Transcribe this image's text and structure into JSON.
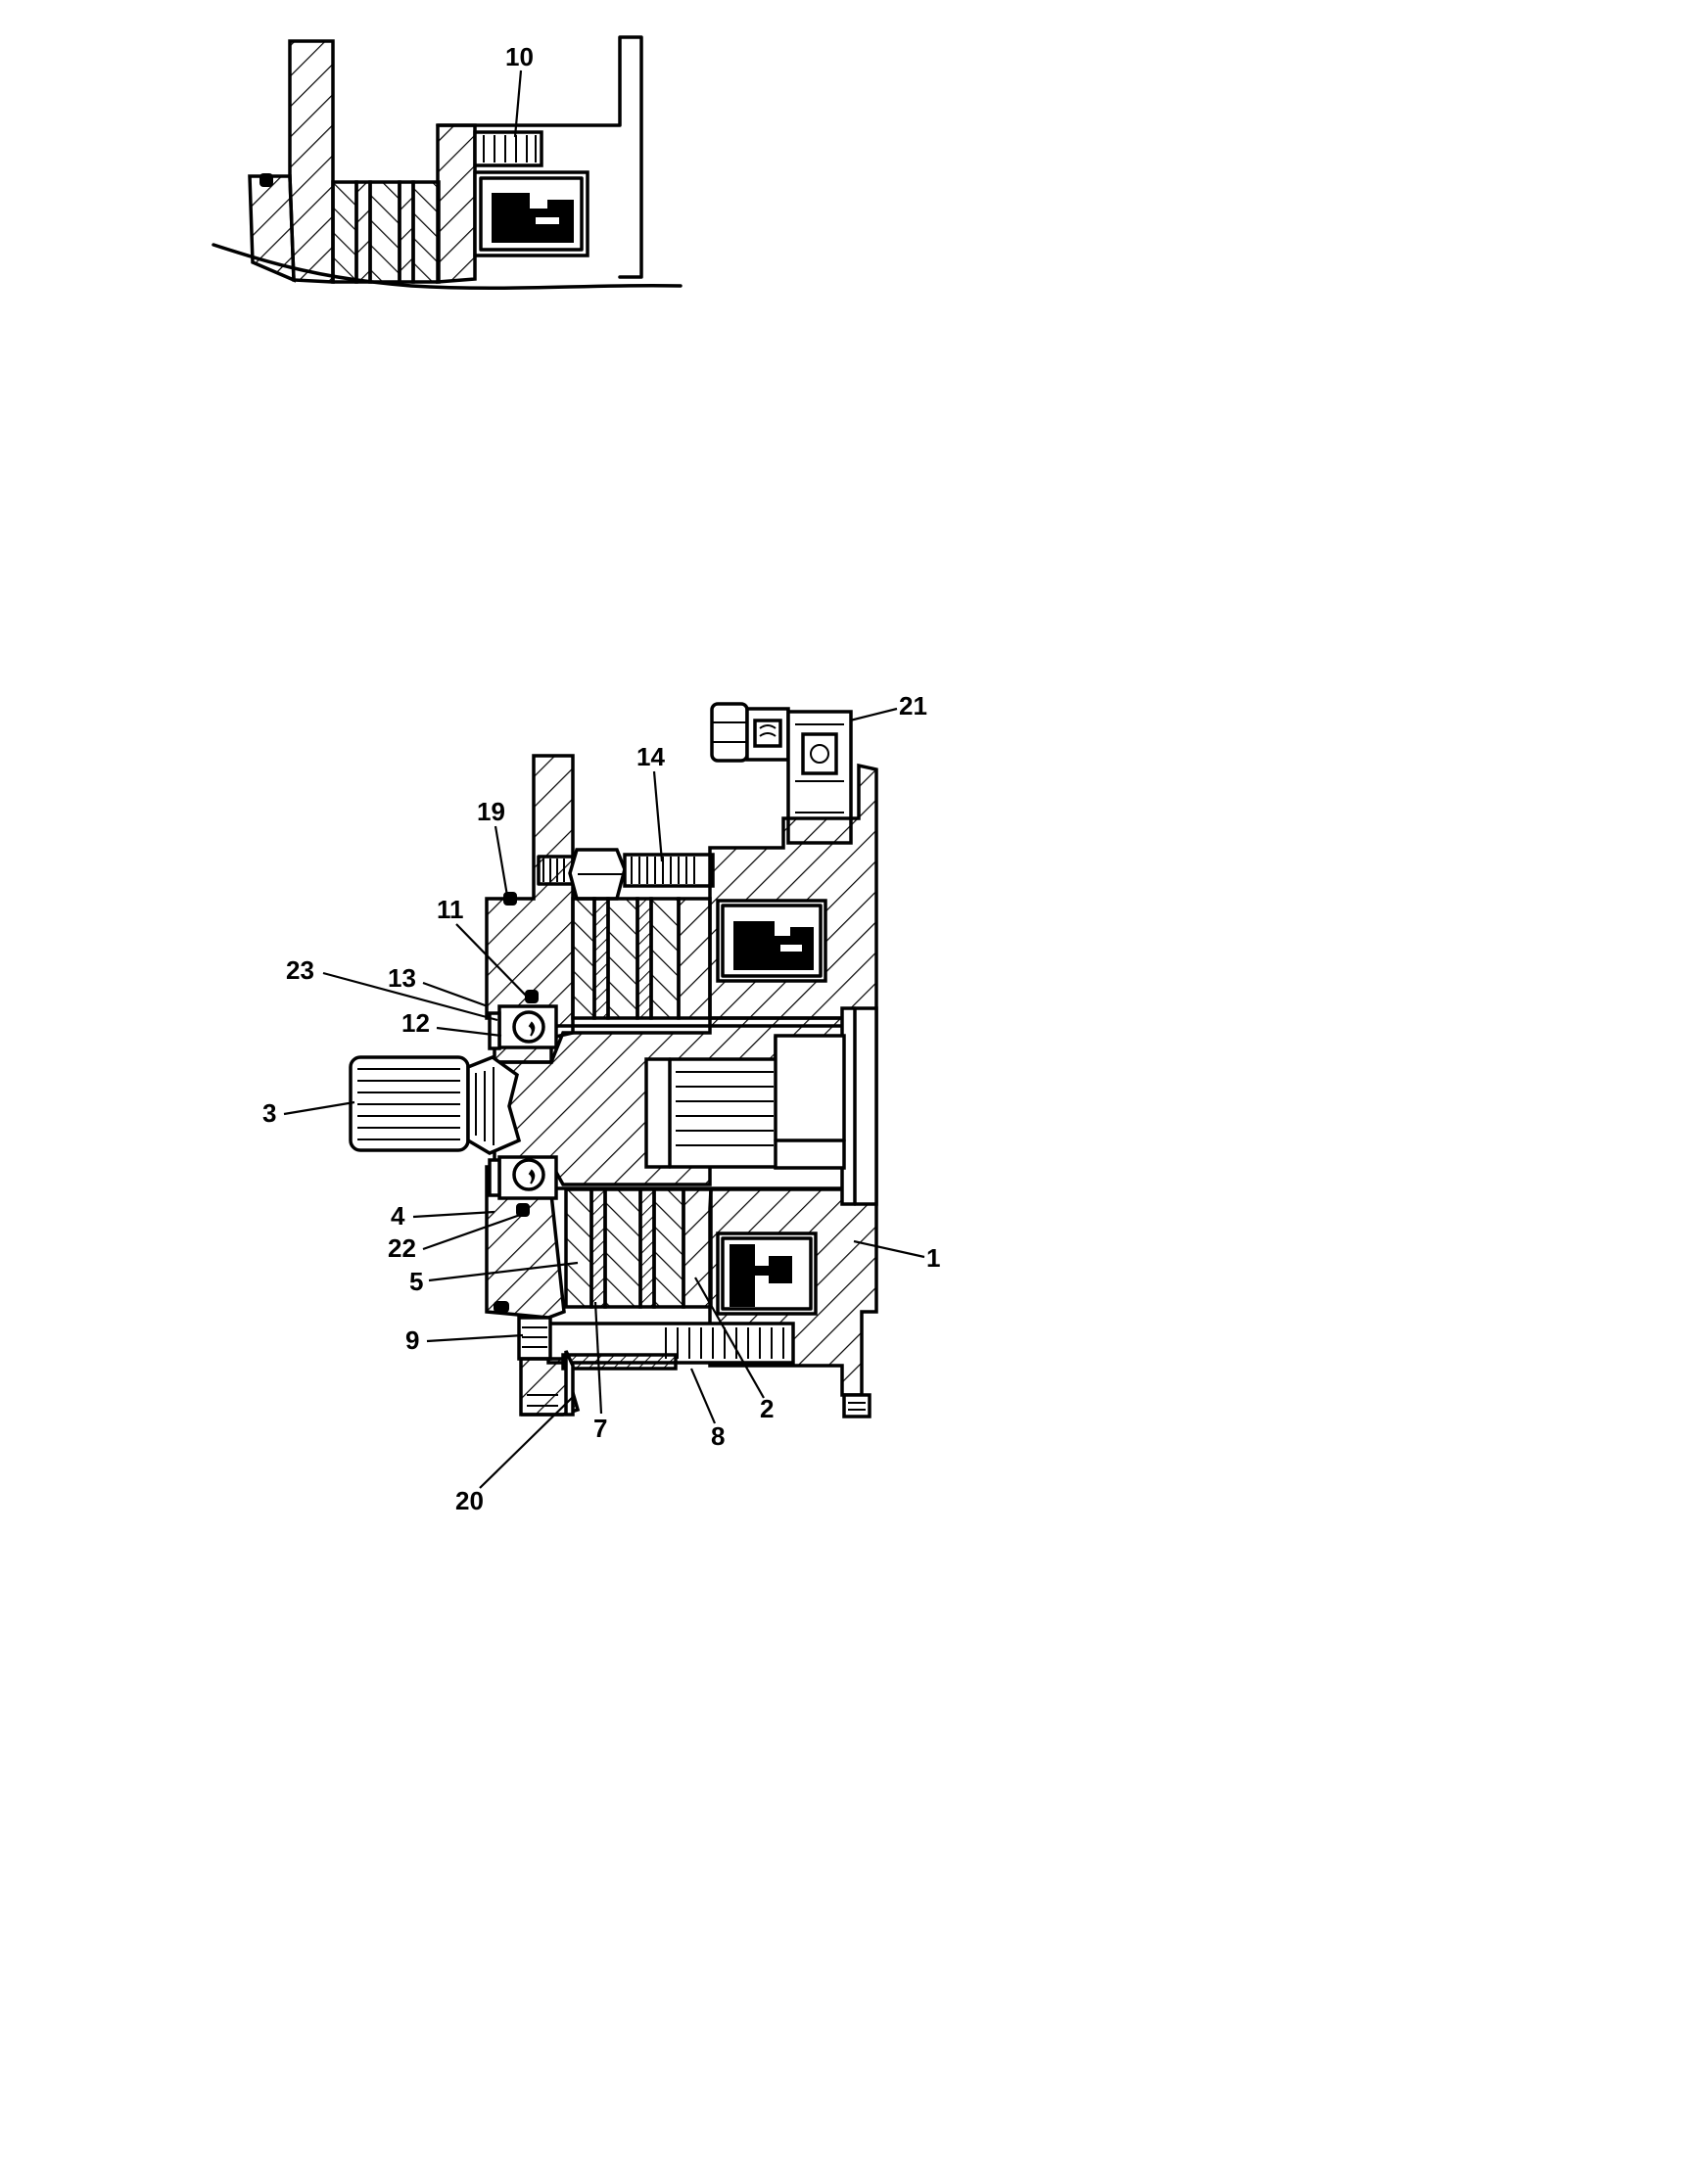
{
  "diagram": {
    "detail_view": {
      "callouts": [
        {
          "id": "label-10",
          "text": "10"
        }
      ]
    },
    "main_view": {
      "callouts": [
        {
          "id": "label-21",
          "text": "21"
        },
        {
          "id": "label-14",
          "text": "14"
        },
        {
          "id": "label-19",
          "text": "19"
        },
        {
          "id": "label-11",
          "text": "11"
        },
        {
          "id": "label-23",
          "text": "23"
        },
        {
          "id": "label-13",
          "text": "13"
        },
        {
          "id": "label-12",
          "text": "12"
        },
        {
          "id": "label-3",
          "text": "3"
        },
        {
          "id": "label-4",
          "text": "4"
        },
        {
          "id": "label-22",
          "text": "22"
        },
        {
          "id": "label-5",
          "text": "5"
        },
        {
          "id": "label-9",
          "text": "9"
        },
        {
          "id": "label-1",
          "text": "1"
        },
        {
          "id": "label-2",
          "text": "2"
        },
        {
          "id": "label-7",
          "text": "7"
        },
        {
          "id": "label-8",
          "text": "8"
        },
        {
          "id": "label-20",
          "text": "20"
        }
      ]
    }
  }
}
